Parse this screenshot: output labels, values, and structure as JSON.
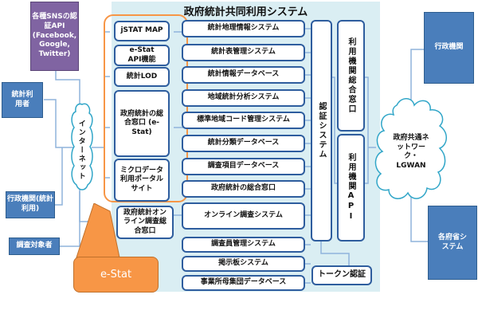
{
  "diagram": {
    "title": "政府統計共同利用システム",
    "external_left": {
      "sns": "各種SNSの認証API (Facebook, Google, Twitter)",
      "stat_users": "統計利用者",
      "gov_agency_stat": "行政機関(統計利用)",
      "respondents": "調査対象者"
    },
    "internet": "インターネット",
    "estat_group": {
      "items": [
        "jSTAT MAP",
        "e-Stat API機能",
        "統計LOD",
        "政府統計の総合窓口 (e-Stat)",
        "ミクロデータ利用ポータルサイト"
      ],
      "callout": "e-Stat"
    },
    "online_survey_portal": "政府統計オンライン調査総合窓口",
    "systems": [
      "統計地理情報システム",
      "統計表管理システム",
      "統計情報データベース",
      "地域統計分析システム",
      "標準地域コード管理システム",
      "統計分類データベース",
      "調査項目データベース",
      "政府統計の総合窓口",
      "オンライン調査システム",
      "調査員管理システム",
      "掲示板システム",
      "事業所母集団データベース"
    ],
    "auth_system": "認証システム",
    "agency_portal": "利用機関総合窓口",
    "agency_api": "利用機関API",
    "token_auth": "トークン認証",
    "gov_network": "政府共通ネットワーク・LGWAN",
    "external_right": {
      "gov_agency": "行政機関",
      "ministry_systems": "各府省システム"
    },
    "colors": {
      "panel": "#daeef3",
      "box_border": "#2e5d9e",
      "external_blue": "#4a7ebb",
      "external_purple": "#8064a2",
      "estat_orange": "#f79646",
      "cloud_stroke": "#31a6c8",
      "wire": "#8fb4dc"
    }
  }
}
